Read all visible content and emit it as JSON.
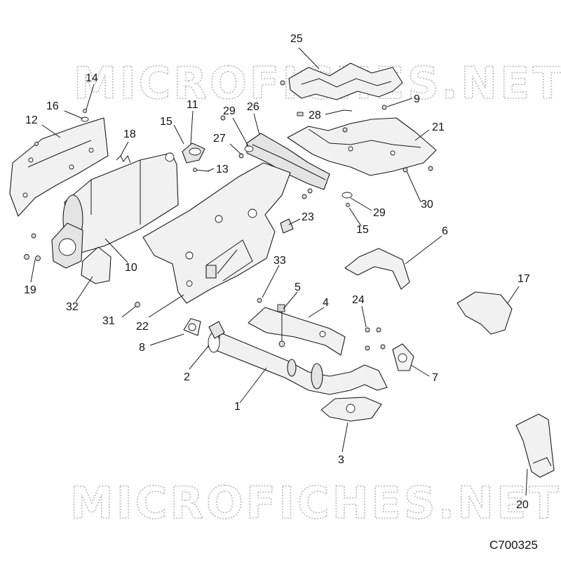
{
  "diagram": {
    "watermark": "MICROFICHES.NET",
    "code": "C700325",
    "callouts": [
      "25",
      "14",
      "16",
      "12",
      "11",
      "29",
      "26",
      "9",
      "28",
      "21",
      "15",
      "18",
      "27",
      "13",
      "23",
      "6",
      "29",
      "15",
      "30",
      "33",
      "10",
      "19",
      "32",
      "5",
      "4",
      "17",
      "24",
      "31",
      "22",
      "8",
      "2",
      "7",
      "1",
      "3",
      "20"
    ]
  }
}
